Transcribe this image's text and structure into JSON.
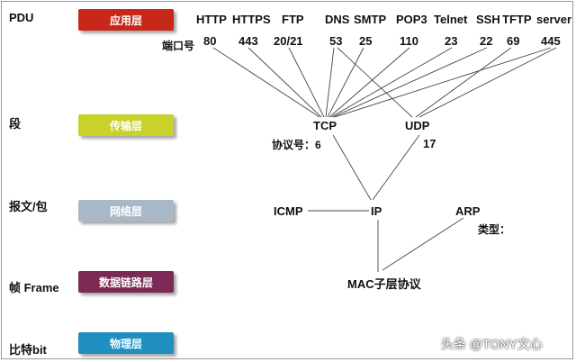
{
  "pdu_labels": [
    "PDU",
    "段",
    "报文/包",
    "帧 Frame",
    "比特bit"
  ],
  "layers": [
    {
      "name": "应用层",
      "color": "#c8281a"
    },
    {
      "name": "传输层",
      "color": "#c9d12b"
    },
    {
      "name": "网络层",
      "color": "#a8b8c6"
    },
    {
      "name": "数据链路层",
      "color": "#7b2a55"
    },
    {
      "name": "物理层",
      "color": "#1f8fc0"
    }
  ],
  "protocols": [
    "HTTP",
    "HTTPS",
    "FTP",
    "DNS",
    "SMTP",
    "POP3",
    "Telnet",
    "SSH",
    "TFTP",
    "server"
  ],
  "port_label": "端口号",
  "ports": [
    "80",
    "443",
    "20/21",
    "53",
    "25",
    "110",
    "23",
    "22",
    "69",
    "445"
  ],
  "transport": {
    "tcp": "TCP",
    "udp": "UDP"
  },
  "protocol_number_label": "协议号：6",
  "udp_number": "17",
  "network": {
    "icmp": "ICMP",
    "ip": "IP",
    "arp": "ARP"
  },
  "type_label": "类型：",
  "mac": "MAC子层协议",
  "watermark": "头条 @TONY文心"
}
